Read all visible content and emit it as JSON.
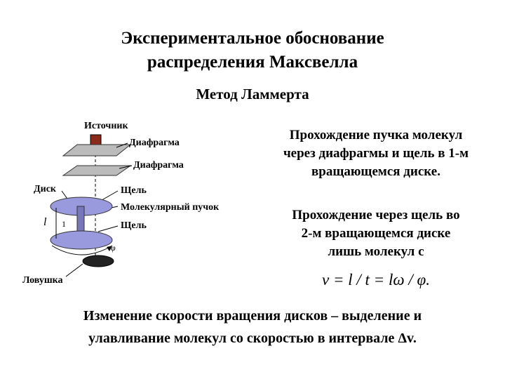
{
  "title_line1": "Экспериментальное обоснование",
  "title_line2": "распределения Максвелла",
  "subtitle": "Метод Ламмерта",
  "diagram": {
    "source": "Источник",
    "diaphragm1": "Диафрагма",
    "diaphragm2": "Диафрагма",
    "disk": "Диск",
    "slit1": "Щель",
    "beam": "Молекулярный пучок",
    "slit2": "Щель",
    "length": "l",
    "angle": "φ",
    "trap": "Ловушка",
    "marker": "1"
  },
  "text1": [
    "Прохождение пучка молекул",
    "через диафрагмы и щель в 1-м",
    "вращающемся диске."
  ],
  "text2": [
    "Прохождение через щель во",
    "2-м вращающемся диске",
    "лишь молекул с"
  ],
  "formula": "v = l / t = lω / φ.",
  "bottom": [
    "Изменение скорости вращения дисков – выделение и",
    "улавливание молекул со скоростью в интервале Δv."
  ],
  "colors": {
    "disk": "#9999dd",
    "plate": "#aaaaaa",
    "source": "#8b2a1a"
  }
}
